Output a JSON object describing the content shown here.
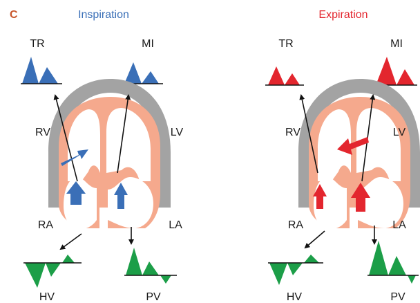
{
  "panel_letter": "C",
  "colors": {
    "panel_letter": "#c8552a",
    "inspiration": "#3a6fb7",
    "expiration": "#e3262e",
    "hepatic_pulmonary": "#1c9e48",
    "myocardium": "#f5a98d",
    "pericardium": "#a3a3a3",
    "baseline": "#111111"
  },
  "inspiration": {
    "title": "Inspiration",
    "labels": {
      "tr": "TR",
      "mi": "MI",
      "rv": "RV",
      "lv": "LV",
      "ra": "RA",
      "la": "LA",
      "hv": "HV",
      "pv": "PV"
    }
  },
  "expiration": {
    "title": "Expiration",
    "labels": {
      "tr": "TR",
      "mi": "MI",
      "rv": "RV",
      "lv": "LV",
      "ra": "RA",
      "la": "LA",
      "hv": "HV",
      "pv": "PV"
    }
  },
  "icons": {
    "heart": "heart-cross-section-icon",
    "arrow": "flow-arrow-icon",
    "waveform": "doppler-waveform-icon"
  }
}
